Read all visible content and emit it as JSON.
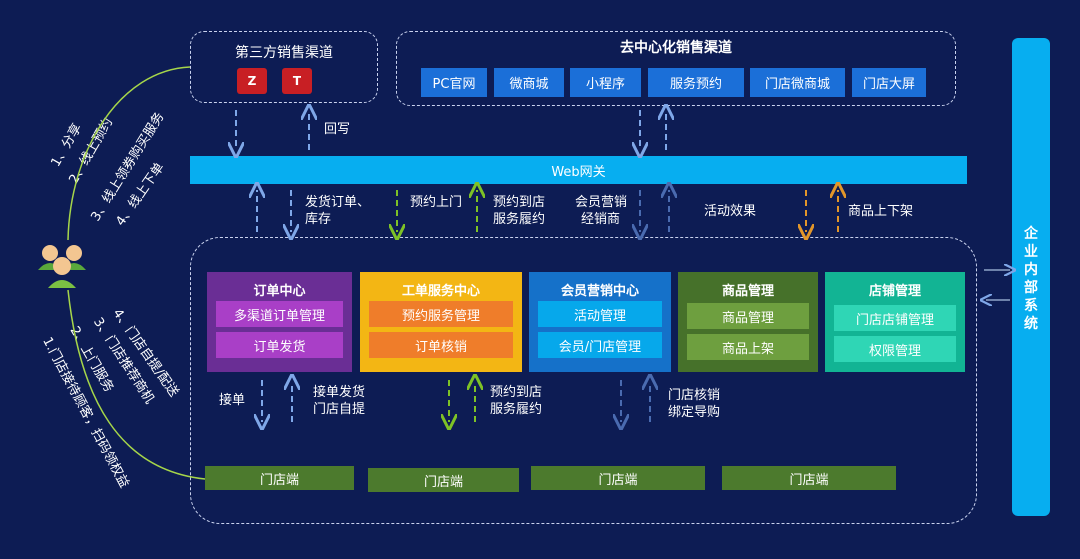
{
  "third_party": {
    "title": "第三方销售渠道",
    "logo1": "Z",
    "logo2": "T"
  },
  "decentral": {
    "title": "去中心化销售渠道",
    "channels": [
      "PC官网",
      "微商城",
      "小程序",
      "服务预约",
      "门店微商城",
      "门店大屏"
    ]
  },
  "writeback": "回写",
  "gateway": "Web网关",
  "flows": {
    "ship_order": "发货订单、",
    "inventory": "库存",
    "appointment_visit": "预约上门",
    "appt_store_1": "预约到店",
    "appt_store_2": "服务履约",
    "member_dist_1": "会员营销",
    "member_dist_2": "经销商",
    "activity_effect": "活动效果",
    "product_shelf": "商品上下架"
  },
  "centers": [
    {
      "title": "订单中心",
      "items": [
        "多渠道订单管理",
        "订单发货"
      ],
      "bg": "#6a2e95",
      "item_bg": "#a93fc7"
    },
    {
      "title": "工单服务中心",
      "items": [
        "预约服务管理",
        "订单核销"
      ],
      "bg": "#f3b614",
      "item_bg": "#ef7d2a"
    },
    {
      "title": "会员营销中心",
      "items": [
        "活动管理",
        "会员/门店管理"
      ],
      "bg": "#1571c9",
      "item_bg": "#06a8eb"
    },
    {
      "title": "商品管理",
      "items": [
        "商品管理",
        "商品上架"
      ],
      "bg": "#46712a",
      "item_bg": "#6e9f3f"
    },
    {
      "title": "店铺管理",
      "items": [
        "门店店铺管理",
        "权限管理"
      ],
      "bg": "#12b494",
      "item_bg": "#2fd6b5"
    }
  ],
  "lower_flows": {
    "receive": "接单",
    "receive_ship_1": "接单发货",
    "receive_ship_2": "门店自提",
    "appt_1": "预约到店",
    "appt_2": "服务履约",
    "verify_1": "门店核销",
    "verify_2": "绑定导购"
  },
  "store_end": [
    "门店端",
    "门店端",
    "门店端",
    "门店端"
  ],
  "enterprise": "企\n业\n内\n部\n系\n统",
  "user_actions_top": [
    "1、分享",
    "2、线上预约",
    "3、线上领券购买服务",
    "4、线上下单"
  ],
  "user_actions_bottom": [
    "4、门店自提/配送",
    "3、门店推荐商机",
    "2、上门服务",
    "1.门店接待顾客，扫码领权益"
  ],
  "colors": {
    "background": "#0d1c54",
    "gateway": "#07aef0",
    "chip": "#1b6fd8",
    "store": "#4c7a2d",
    "green_arrow": "#7ec226",
    "orange_arrow": "#e2962a",
    "blue_arrow": "#4a89d9"
  }
}
